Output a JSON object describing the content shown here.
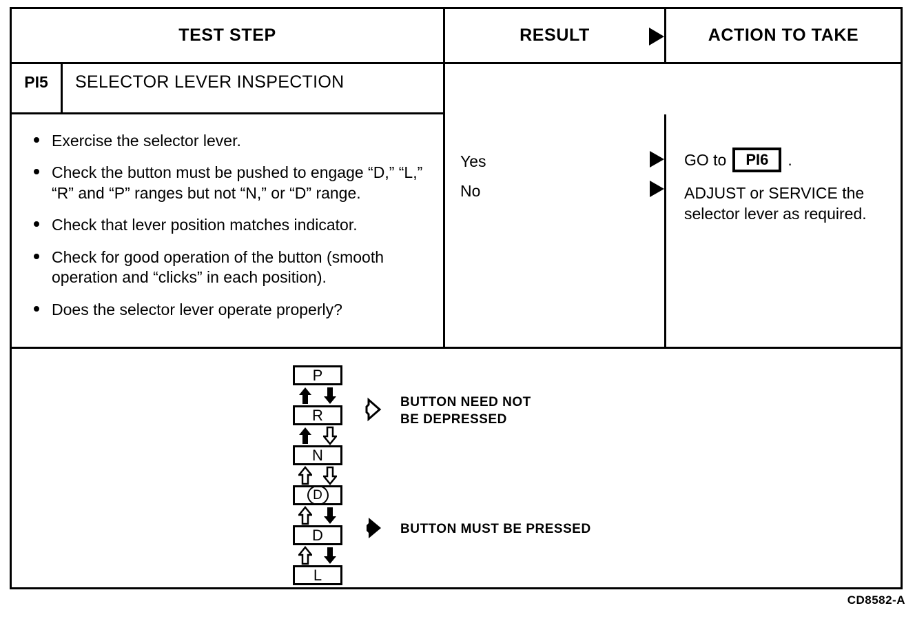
{
  "document": {
    "reference_code": "CD8582-A"
  },
  "table": {
    "headers": {
      "test_step": "TEST STEP",
      "result": "RESULT",
      "action_to_take": "ACTION TO TAKE"
    },
    "step": {
      "code": "PI5",
      "title": "SELECTOR LEVER INSPECTION"
    },
    "test_steps": [
      "Exercise the selector lever.",
      "Check the button must be pushed to engage “D,” “L,” “R” and “P” ranges but not “N,” or “D” range.",
      "Check that lever position matches indicator.",
      "Check for good operation of the button (smooth operation and “clicks” in each position).",
      "Does the selector lever operate properly?"
    ],
    "results": [
      {
        "label": "Yes"
      },
      {
        "label": "No"
      }
    ],
    "actions": {
      "yes": {
        "prefix": "GO to",
        "code": "PI6",
        "suffix": "."
      },
      "no": "ADJUST or SERVICE the selector lever as required."
    }
  },
  "diagram": {
    "gears": [
      {
        "label": "P",
        "circled": false
      },
      {
        "label": "R",
        "circled": false
      },
      {
        "label": "N",
        "circled": false
      },
      {
        "label": "D",
        "circled": true
      },
      {
        "label": "D",
        "circled": false
      },
      {
        "label": "L",
        "circled": false
      }
    ],
    "transitions": [
      {
        "from": "P",
        "to": "R",
        "up": "filled",
        "down": "filled"
      },
      {
        "from": "R",
        "to": "N",
        "up": "filled",
        "down": "hollow"
      },
      {
        "from": "N",
        "to": "OD",
        "up": "hollow",
        "down": "hollow"
      },
      {
        "from": "OD",
        "to": "D",
        "up": "hollow",
        "down": "filled"
      },
      {
        "from": "D",
        "to": "L",
        "up": "hollow",
        "down": "filled"
      }
    ],
    "legend": [
      {
        "style": "hollow",
        "line1": "BUTTON NEED NOT",
        "line2": "BE DEPRESSED"
      },
      {
        "style": "filled",
        "line1": "BUTTON MUST BE PRESSED",
        "line2": ""
      }
    ]
  }
}
